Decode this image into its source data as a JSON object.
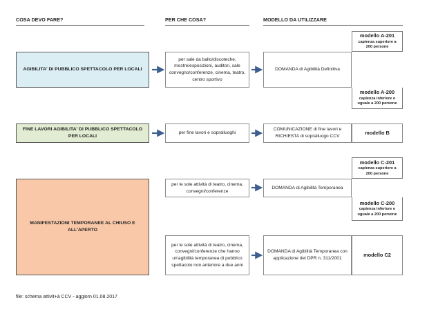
{
  "headers": {
    "col1": "COSA DEVO FARE?",
    "col2": "PER CHE COSA?",
    "col3": "MODELLO DA UTILIZZARE"
  },
  "rows": {
    "r1": {
      "category": "AGIBILITA' DI PUBBLICO SPETTACOLO PER LOCALI",
      "purpose": "per sale da ballo/discoteche, mostre/esposizioni, auditori, sale convegno/conferenze, cinema, teatro, centro sportivo",
      "document": "DOMANDA di Agibilità Definitiva",
      "model_a": {
        "title": "modello A-201",
        "desc": "capienza superiore a 200 persone"
      },
      "model_b": {
        "title": "modello A-200",
        "desc": "capienza inferiore o uguale a 200 persone"
      }
    },
    "r2": {
      "category": "FINE LAVORI AGIBILITA' DI PUBBLICO SPETTACOLO PER LOCALI",
      "purpose": "per fine lavori e sopralluoghi",
      "document": "COMUNICAZIONE di fine lavori e RICHIESTA di sopralluogo CCV",
      "model": "modello B"
    },
    "r3": {
      "category": "MANIFESTAZIONI TEMPORANEE AL CHIUSO E ALL'APERTO",
      "purpose_a": "per le sole attività di teatro, cinema, convegni/conferenze",
      "document_a": "DOMANDA di Agibilità Temporanea",
      "model_a": {
        "title": "modello C-201",
        "desc": "capienza superiore a 200 persone"
      },
      "model_b": {
        "title": "modello C-200",
        "desc": "capienza inferiore o uguale a 200 persone"
      },
      "purpose_b": "per le sole attività di teatro, cinema, convegni/conferenze che hanno un'agibilità temporanea di pubblico spettacolo non anteriore a due anni",
      "document_b": "DOMANDA di Agibilità Temporanea con applicazione del DPR n. 311/2001",
      "model_c": "modello C2"
    }
  },
  "footer": "file: schema attivit+à CCV - aggiorn 01.08.2017",
  "colors": {
    "r1_fill": "#dbeef4",
    "r2_fill": "#e2ecd2",
    "r3_fill": "#f9c8a8",
    "arrow": "#3d5f8e"
  }
}
